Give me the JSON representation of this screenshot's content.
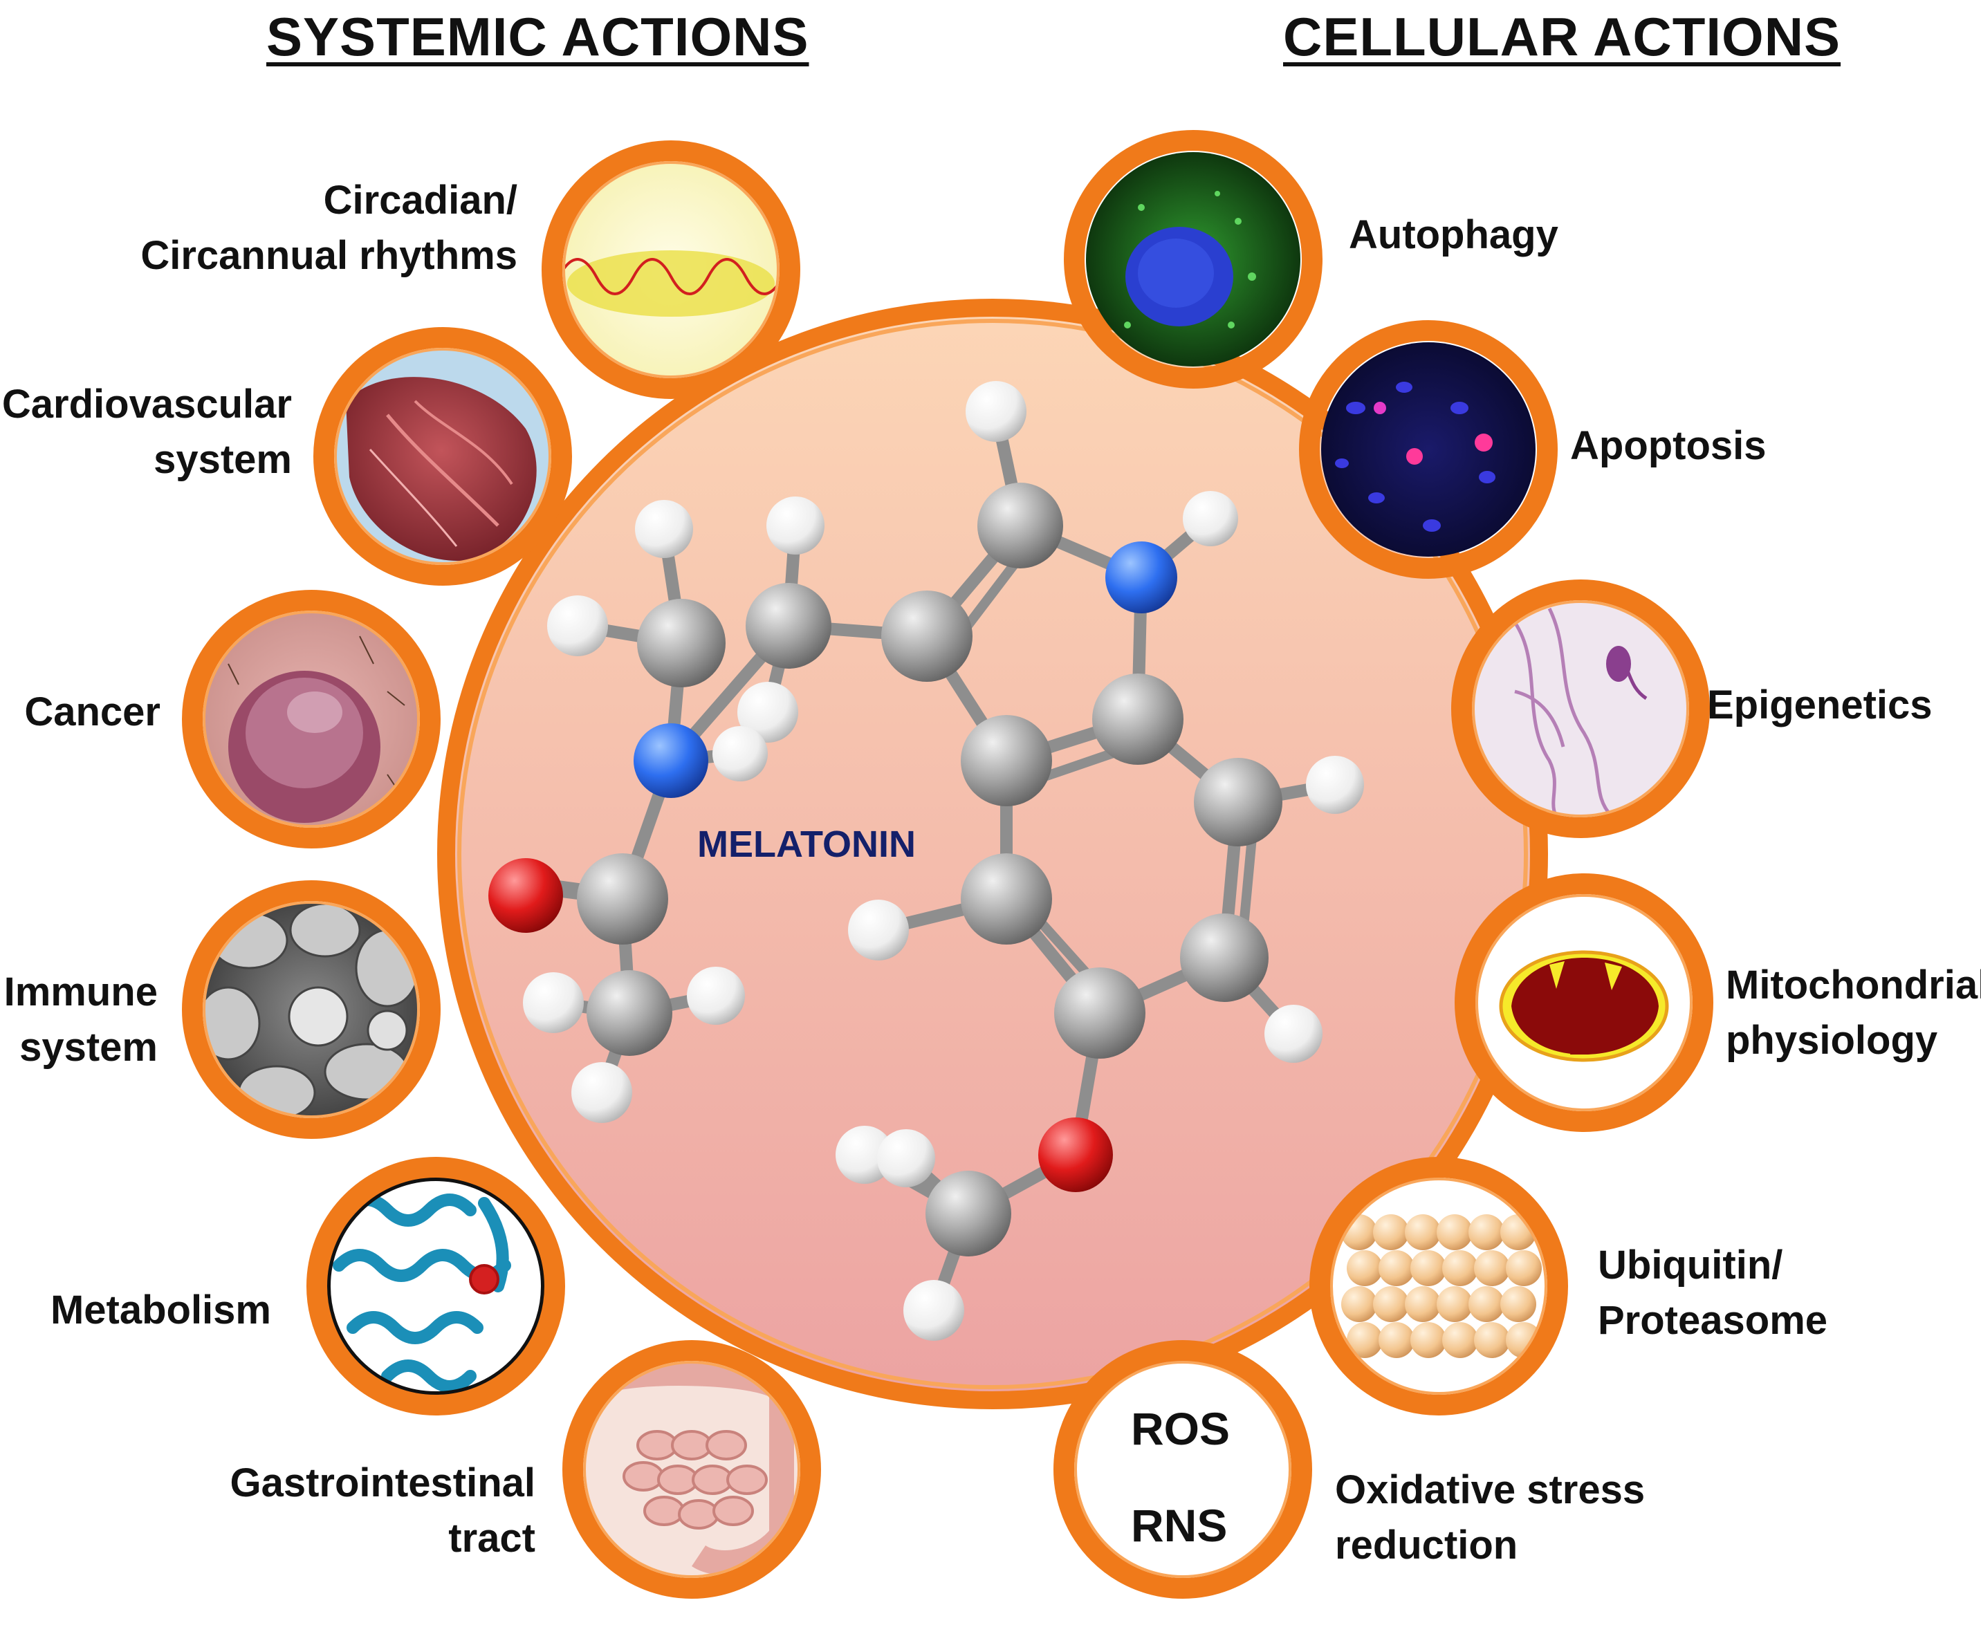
{
  "headers": {
    "systemic": "SYSTEMIC ACTIONS",
    "cellular": "CELLULAR ACTIONS"
  },
  "center": {
    "molecule": "MELATONIN"
  },
  "systemic_actions": [
    {
      "line1": "Circadian/",
      "line2": "Circannual rhythms",
      "icon": "rhythm-wave-icon"
    },
    {
      "line1": "Cardiovascular",
      "line2": "system",
      "icon": "heart-image"
    },
    {
      "line1": "Cancer",
      "line2": "",
      "icon": "skin-tumor-image"
    },
    {
      "line1": "Immune",
      "line2": "system",
      "icon": "blood-cells-image"
    },
    {
      "line1": "Metabolism",
      "line2": "",
      "icon": "protein-structure-image"
    },
    {
      "line1": "Gastrointestinal",
      "line2": "tract",
      "icon": "intestine-image"
    }
  ],
  "cellular_actions": [
    {
      "line1": "Autophagy",
      "line2": "",
      "icon": "fluorescent-cell-image"
    },
    {
      "line1": "Apoptosis",
      "line2": "",
      "icon": "apoptotic-nuclei-image"
    },
    {
      "line1": "Epigenetics",
      "line2": "",
      "icon": "chromosome-image"
    },
    {
      "line1": "Mitochondrial",
      "line2": "physiology",
      "icon": "mitochondrion-icon"
    },
    {
      "line1": "Ubiquitin/",
      "line2": "Proteasome",
      "icon": "proteasome-icon"
    },
    {
      "line1": "Oxidative stress",
      "line2": "reduction",
      "icon": "ros-rns-icon"
    }
  ],
  "ros_rns": {
    "top": "ROS",
    "bottom": "RNS"
  },
  "colors": {
    "ring_orange": "#f07a1a",
    "ring_inner": "#f9a65a",
    "center_top": "#fcd3b4",
    "center_bottom": "#eea5a2",
    "carbon": "#9a9a9a",
    "hydrogen": "#f2f2f2",
    "nitrogen": "#2e6ff0",
    "oxygen": "#e11b1b",
    "title_blue": "#14206a"
  }
}
